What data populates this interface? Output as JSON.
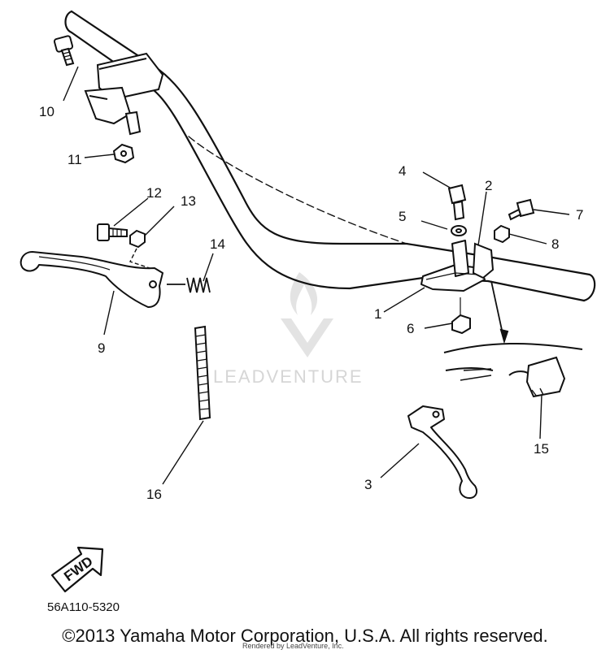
{
  "diagram": {
    "callouts": {
      "c1": "1",
      "c2": "2",
      "c3": "3",
      "c4": "4",
      "c5": "5",
      "c6": "6",
      "c7": "7",
      "c8": "8",
      "c9": "9",
      "c10": "10",
      "c11": "11",
      "c12": "12",
      "c13": "13",
      "c14": "14",
      "c15": "15",
      "c16": "16"
    },
    "fwd_label": "FWD",
    "part_code": "56A110-5320",
    "watermark": "LEADVENTURE"
  },
  "footer": {
    "copyright": "©2013 Yamaha Motor Corporation, U.S.A. All rights reserved.",
    "rendered_by": "Rendered by LeadVenture, Inc."
  },
  "colors": {
    "line": "#111111",
    "watermark": "#d6d6d6",
    "background": "#ffffff"
  }
}
